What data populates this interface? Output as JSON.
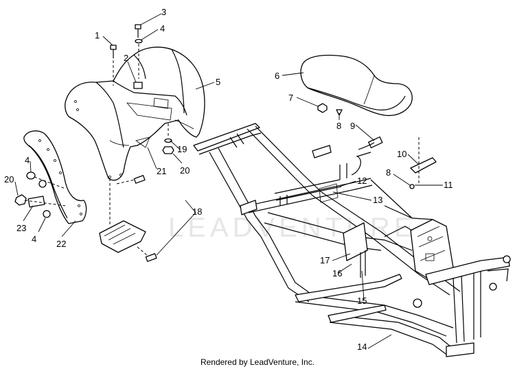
{
  "watermark": "LEADVENTURE",
  "footer": "Rendered by LeadVenture, Inc.",
  "callouts": [
    {
      "id": 1,
      "label": "1"
    },
    {
      "id": 2,
      "label": "2"
    },
    {
      "id": 3,
      "label": "3"
    },
    {
      "id": 4,
      "label": "4"
    },
    {
      "id": 5,
      "label": "5"
    },
    {
      "id": 6,
      "label": "6"
    },
    {
      "id": 7,
      "label": "7"
    },
    {
      "id": 8,
      "label": "8"
    },
    {
      "id": 9,
      "label": "9"
    },
    {
      "id": 10,
      "label": "10"
    },
    {
      "id": 11,
      "label": "11"
    },
    {
      "id": 12,
      "label": "12"
    },
    {
      "id": 13,
      "label": "13"
    },
    {
      "id": 14,
      "label": "14"
    },
    {
      "id": 15,
      "label": "15"
    },
    {
      "id": 16,
      "label": "16"
    },
    {
      "id": 17,
      "label": "17"
    },
    {
      "id": 18,
      "label": "18"
    },
    {
      "id": 19,
      "label": "19"
    },
    {
      "id": 20,
      "label": "20"
    },
    {
      "id": 21,
      "label": "21"
    },
    {
      "id": 22,
      "label": "22"
    },
    {
      "id": 23,
      "label": "23"
    },
    {
      "id": 4,
      "label": "4"
    },
    {
      "id": 20,
      "label": "20"
    },
    {
      "id": 4,
      "label": "4"
    },
    {
      "id": 8,
      "label": "8"
    }
  ]
}
